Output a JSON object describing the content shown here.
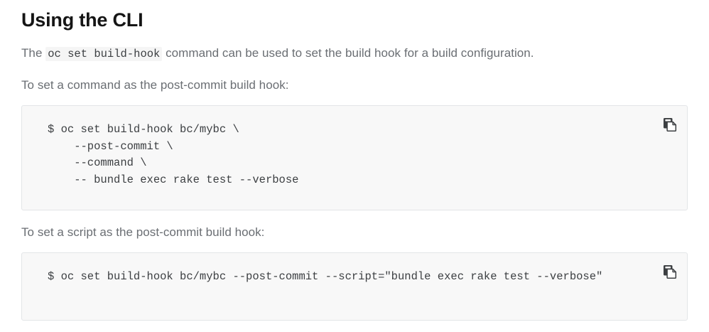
{
  "page": {
    "title": "Using the CLI",
    "intro": {
      "before_code": "The ",
      "inline_code": "oc set build-hook",
      "after_code": " command can be used to set the build hook for a build configuration."
    },
    "paragraph_command": "To set a command as the post-commit build hook:",
    "paragraph_script": "To set a script as the post-commit build hook:"
  },
  "code_blocks": [
    {
      "name": "post-commit-command-block",
      "copy_label": "Copy to clipboard",
      "copy_icon": "copy-icon",
      "content": "$ oc set build-hook bc/mybc \\\n    --post-commit \\\n    --command \\\n    -- bundle exec rake test --verbose"
    },
    {
      "name": "post-commit-script-block",
      "copy_label": "Copy to clipboard",
      "copy_icon": "copy-icon",
      "content": "$ oc set build-hook bc/mybc --post-commit --script=\"bundle exec rake test --verbose\""
    }
  ],
  "colors": {
    "heading": "#151515",
    "body_text": "#6a6e73",
    "code_text": "#3c3f42",
    "code_block_bg": "#f8f8f8",
    "code_block_border": "#e3e5e7",
    "inline_code_bg": "#f5f5f5",
    "icon": "#3c3f42",
    "page_bg": "#ffffff"
  }
}
